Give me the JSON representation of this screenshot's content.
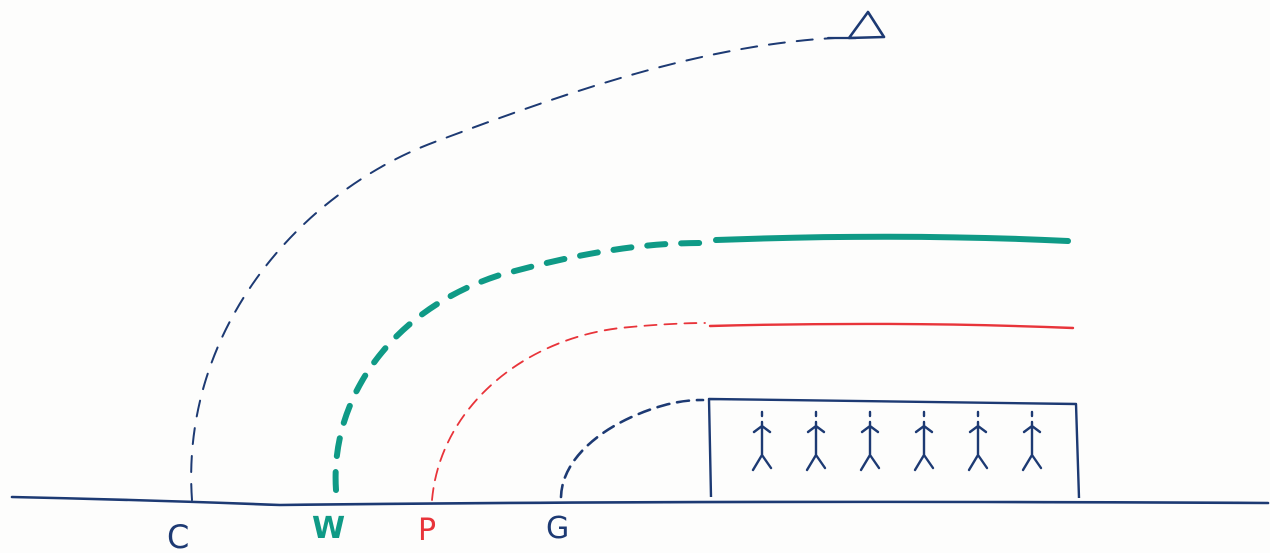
{
  "colors": {
    "paper": "#fdfdfc",
    "navy": "#1d3a73",
    "teal": "#0f9a86",
    "red": "#e8343a"
  },
  "labels": {
    "c": "C",
    "w": "W",
    "p": "P",
    "g": "G"
  },
  "icons": {
    "triangle": "triangle-marker-icon",
    "figure": "stick-figure-icon"
  },
  "figures_count": 6
}
